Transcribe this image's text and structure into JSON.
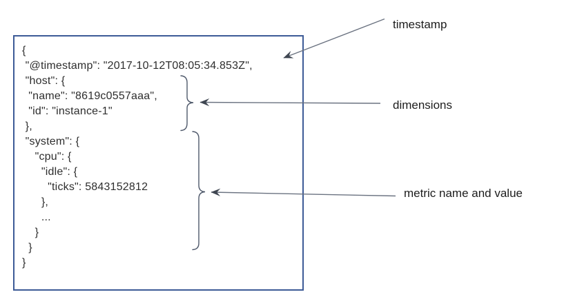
{
  "panel": {
    "code_lines": [
      "{",
      " \"@timestamp\": \"2017-10-12T08:05:34.853Z\",",
      " \"host\": {",
      "  \"name\": \"8619c0557aaa\",",
      "  \"id\": \"instance-1\"",
      " },",
      " \"system\": {",
      "    \"cpu\": {",
      "      \"idle\": {",
      "        \"ticks\": 5843152812",
      "      },",
      "      ...",
      "    }",
      "  }",
      "}"
    ]
  },
  "annotations": {
    "timestamp_label": "timestamp",
    "dimensions_label": "dimensions",
    "metric_label": "metric name and value"
  },
  "colors": {
    "panel_border": "#3c5a96",
    "code_text": "#2e2e2e",
    "brace": "#4e586a",
    "arrow_line": "#6a7280",
    "arrowhead": "#3f4651",
    "label_text": "#1c1c1c"
  }
}
